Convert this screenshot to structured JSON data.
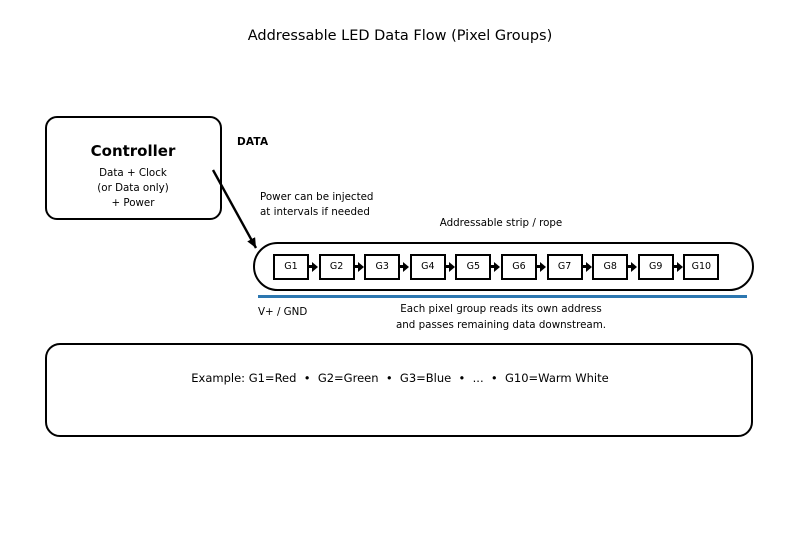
{
  "title": "Addressable LED Data Flow (Pixel Groups)",
  "colors": {
    "ink": "#000000",
    "background": "#ffffff",
    "power_rail_blue": "#2c77b0"
  },
  "controller": {
    "title": "Controller",
    "lines": [
      "Data + Clock",
      "(or Data only)",
      "+ Power"
    ]
  },
  "data_label": "DATA",
  "power_note": {
    "line1": "Power can be injected",
    "line2": "at intervals if needed"
  },
  "strip": {
    "label": "Addressable strip / rope",
    "groups": [
      "G1",
      "G2",
      "G3",
      "G4",
      "G5",
      "G6",
      "G7",
      "G8",
      "G9",
      "G10"
    ],
    "power_rail_label": "V+ / GND"
  },
  "downstream_note": {
    "line1": "Each pixel group reads its own address",
    "line2": "and passes remaining data downstream."
  },
  "example": {
    "text": "Example: G1=Red  •  G2=Green  •  G3=Blue  •  ...  •  G10=Warm White"
  }
}
